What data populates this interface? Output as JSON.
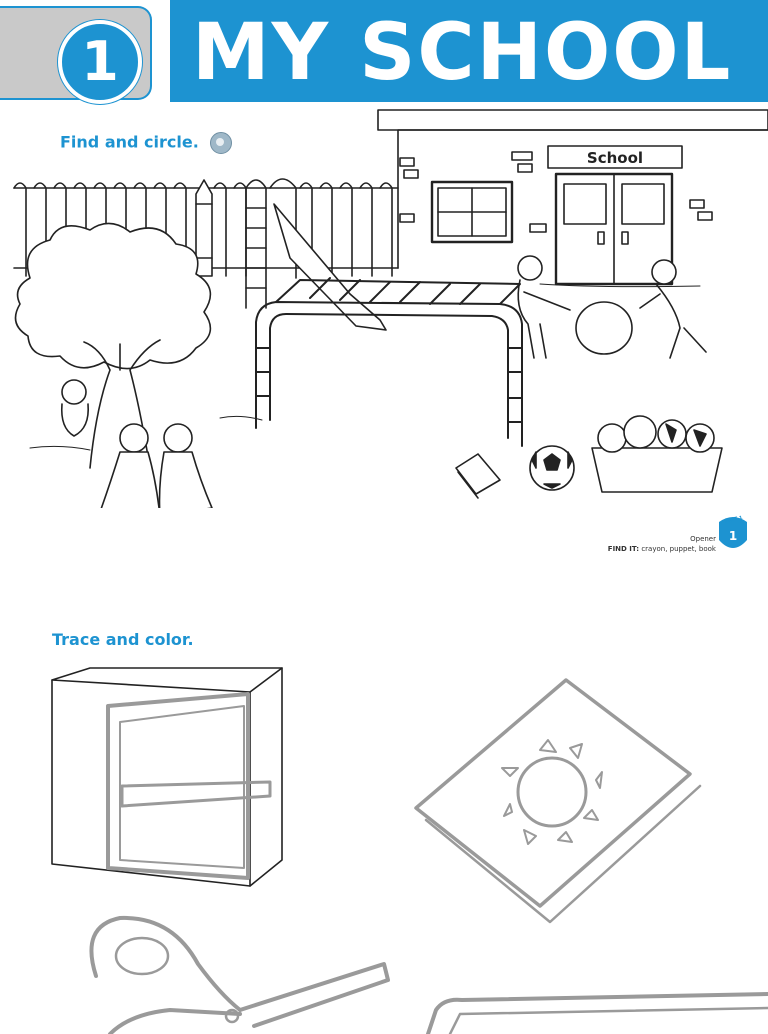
{
  "header": {
    "unit_number": "1",
    "title": "MY SCHOOL"
  },
  "section1": {
    "instruction": "Find and circle.",
    "audio_icon": "audio-cd-icon",
    "scene": {
      "school_sign": "School"
    }
  },
  "footer": {
    "page_label": "Opener",
    "find_it_label": "FIND IT:",
    "find_it_items": "crayon, puppet, book",
    "badge_label": "UNIT 1",
    "badge_number": "1"
  },
  "section2": {
    "instruction": "Trace and color."
  },
  "colors": {
    "accent": "#1d93d1",
    "tab_gray": "#c9c9c9",
    "trace_gray": "#9a9a9a"
  }
}
